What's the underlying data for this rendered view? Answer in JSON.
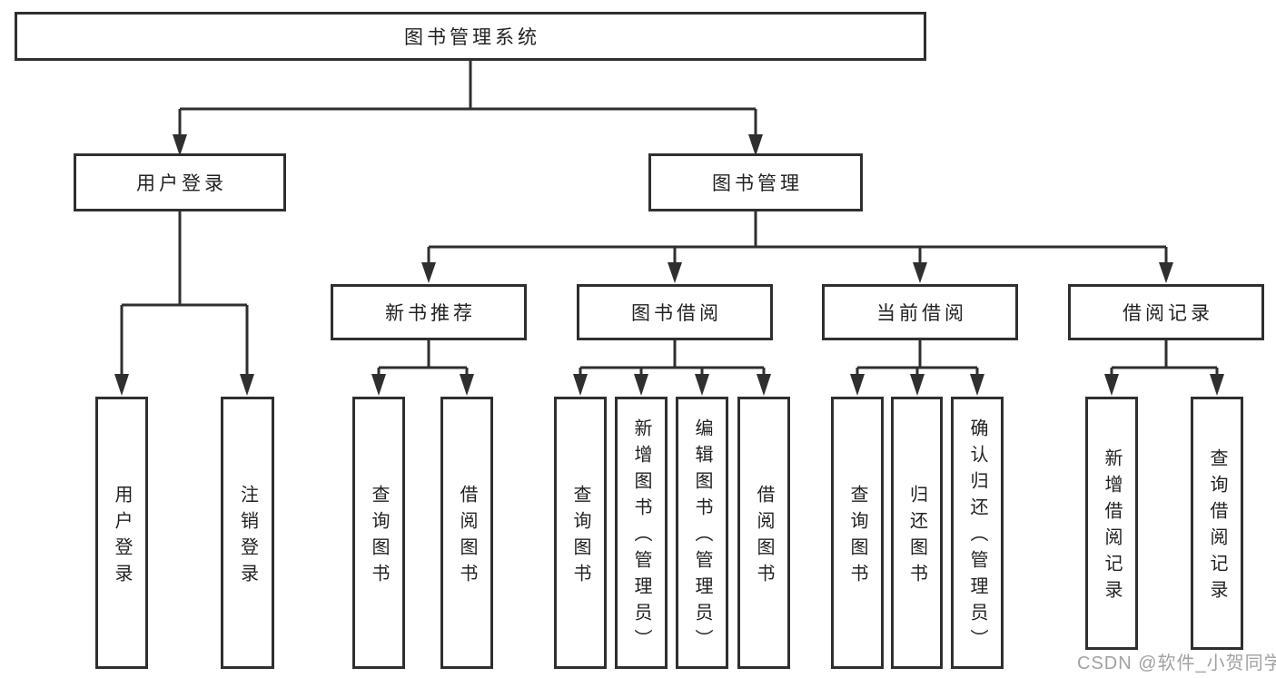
{
  "colors": {
    "line": "#2f2f2f",
    "text": "#222222",
    "background": "#ffffff",
    "watermark": "#919191"
  },
  "watermark": "CSDN @软件_小贺同学",
  "tree": {
    "root": "图书管理系统",
    "level2": [
      "用户登录",
      "图书管理"
    ],
    "level3": [
      "新书推荐",
      "图书借阅",
      "当前借阅",
      "借阅记录"
    ],
    "leaves": {
      "user_login": [
        "用户登录",
        "注销登录"
      ],
      "new_book_rec": [
        "查询图书",
        "借阅图书"
      ],
      "book_borrow": [
        "查询图书",
        "新增图书（管理员）",
        "编辑图书（管理员）",
        "借阅图书"
      ],
      "current_borrow": [
        "查询图书",
        "归还图书",
        "确认归还（管理员）"
      ],
      "borrow_records": [
        "新增借阅记录",
        "查询借阅记录"
      ]
    }
  }
}
